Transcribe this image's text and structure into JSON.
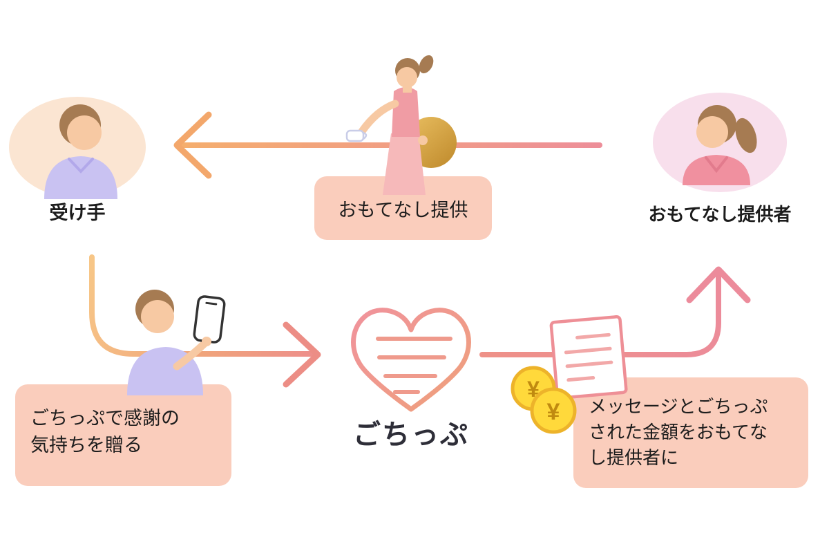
{
  "labels": {
    "receiver": "受け手",
    "provider": "おもてなし提供者",
    "hospitality": "おもてなし提供",
    "service_name": "ごちっぷ",
    "send_gratitude": "ごちっぷで感謝の\n気持ちを贈る",
    "payout": "メッセージとごちっぷ\nされた金額をおもてな\nし提供者に"
  },
  "coin": {
    "symbol": "¥"
  },
  "icons": {
    "heart": "heart-message-icon",
    "document": "receipt-icon",
    "coins": "yen-coins-icon",
    "phone": "smartphone-icon",
    "cup": "teacup-icon",
    "tray": "gold-tray-icon"
  },
  "colors": {
    "box_bg": "#FACDBC",
    "text_dark": "#1C1C1C",
    "arrow_orange": "#F5AE6D",
    "arrow_pink": "#ED8E99",
    "heart_salmon": "#EE9489",
    "coin_yellow": "#FFD93B",
    "coin_border": "#EDB32A",
    "coin_symbol_color": "#C08A10",
    "skin": "#F7C9A3",
    "hair_brown": "#A67B52",
    "shirt_purple": "#C9C2F2",
    "top_pink": "#F0929F",
    "blob_peach": "#FBE5D2",
    "blob_pink": "#F8DFEC"
  }
}
